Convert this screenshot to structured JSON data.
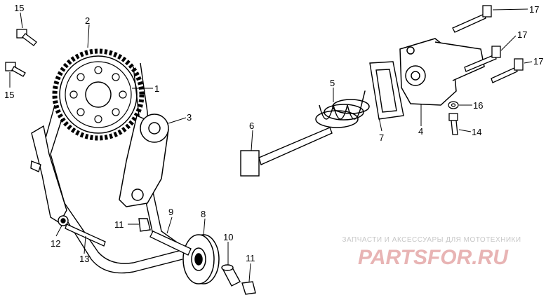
{
  "diagram": {
    "labels": [
      {
        "id": "1",
        "text": "1"
      },
      {
        "id": "2",
        "text": "2"
      },
      {
        "id": "3",
        "text": "3"
      },
      {
        "id": "4",
        "text": "4"
      },
      {
        "id": "5",
        "text": "5"
      },
      {
        "id": "6",
        "text": "6"
      },
      {
        "id": "7",
        "text": "7"
      },
      {
        "id": "8",
        "text": "8"
      },
      {
        "id": "9",
        "text": "9"
      },
      {
        "id": "10",
        "text": "10"
      },
      {
        "id": "11a",
        "text": "11"
      },
      {
        "id": "11b",
        "text": "11"
      },
      {
        "id": "12",
        "text": "12"
      },
      {
        "id": "13",
        "text": "13"
      },
      {
        "id": "14",
        "text": "14"
      },
      {
        "id": "15a",
        "text": "15"
      },
      {
        "id": "15b",
        "text": "15"
      },
      {
        "id": "16",
        "text": "16"
      },
      {
        "id": "17a",
        "text": "17"
      },
      {
        "id": "17b",
        "text": "17"
      },
      {
        "id": "17c",
        "text": "17"
      }
    ]
  },
  "watermark": {
    "tagline": "ЗАПЧАСТИ И АКСЕССУАРЫ ДЛЯ МОТОТЕХНИКИ",
    "logo_text": "PARTSFOR.RU",
    "logo_color": "#e8b4b4"
  },
  "colors": {
    "ink": "#000000",
    "paper": "#ffffff"
  }
}
